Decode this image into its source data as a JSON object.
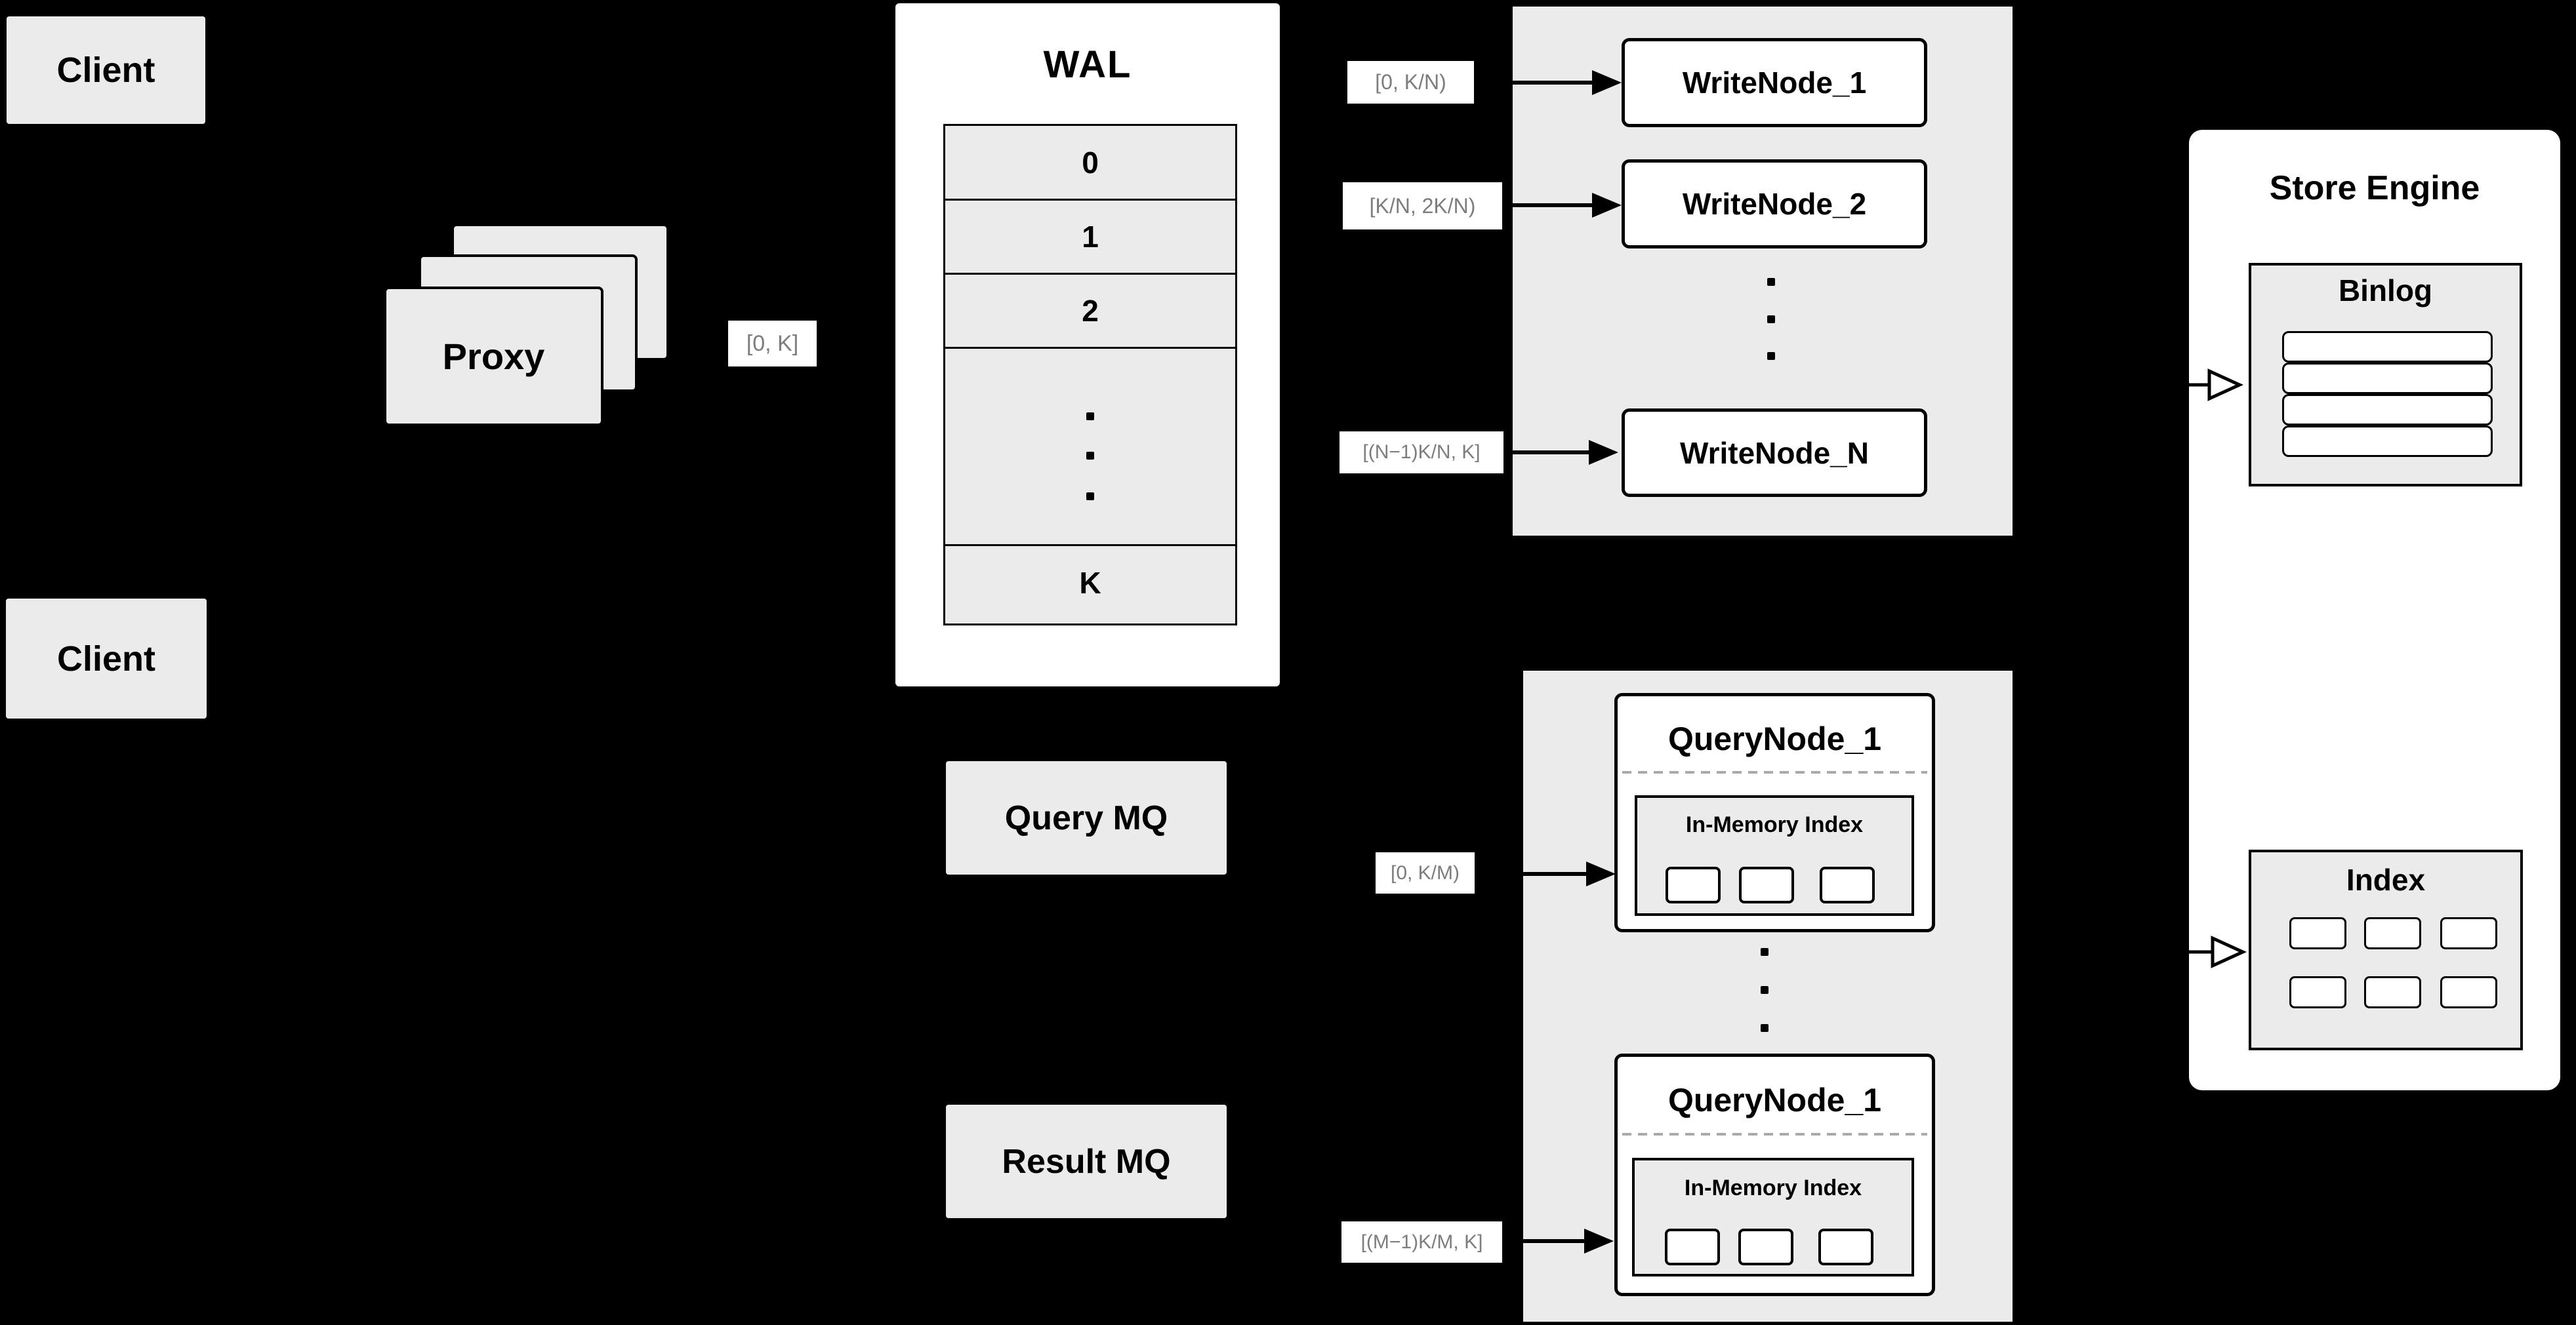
{
  "diagram_title": "Milvus-style write/query path architecture",
  "colors": {
    "background": "#000000",
    "panel_gray": "#ebebeb",
    "panel_white": "#ffffff",
    "line_black": "#000000",
    "range_label_text": "#7d7d7d",
    "dashed_divider": "#aaaaaa"
  },
  "clients": {
    "top": "Client",
    "middle": "Client"
  },
  "proxy": {
    "label": "Proxy"
  },
  "range_labels": {
    "proxy_to_wal": "[0, K]",
    "write_node_1": "[0,  K/N)",
    "write_node_2": "[K/N, 2K/N)",
    "write_node_n": "[(N−1)K/N,  K]",
    "query_node_1": "[0, K/M)",
    "query_node_m": "[(M−1)K/M, K]"
  },
  "wal": {
    "title": "WAL",
    "rows": [
      "0",
      "1",
      "2"
    ],
    "last_row": "K"
  },
  "write_nodes": {
    "nodes": [
      "WriteNode_1",
      "WriteNode_2",
      "WriteNode_N"
    ]
  },
  "mq": {
    "query": "Query MQ",
    "result": "Result MQ"
  },
  "query_nodes": {
    "top": {
      "title": "QueryNode_1",
      "inner": "In-Memory Index"
    },
    "bottom": {
      "title": "QueryNode_1",
      "inner": "In-Memory Index"
    }
  },
  "store_engine": {
    "title": "Store Engine",
    "binlog": "Binlog",
    "index": "Index"
  }
}
